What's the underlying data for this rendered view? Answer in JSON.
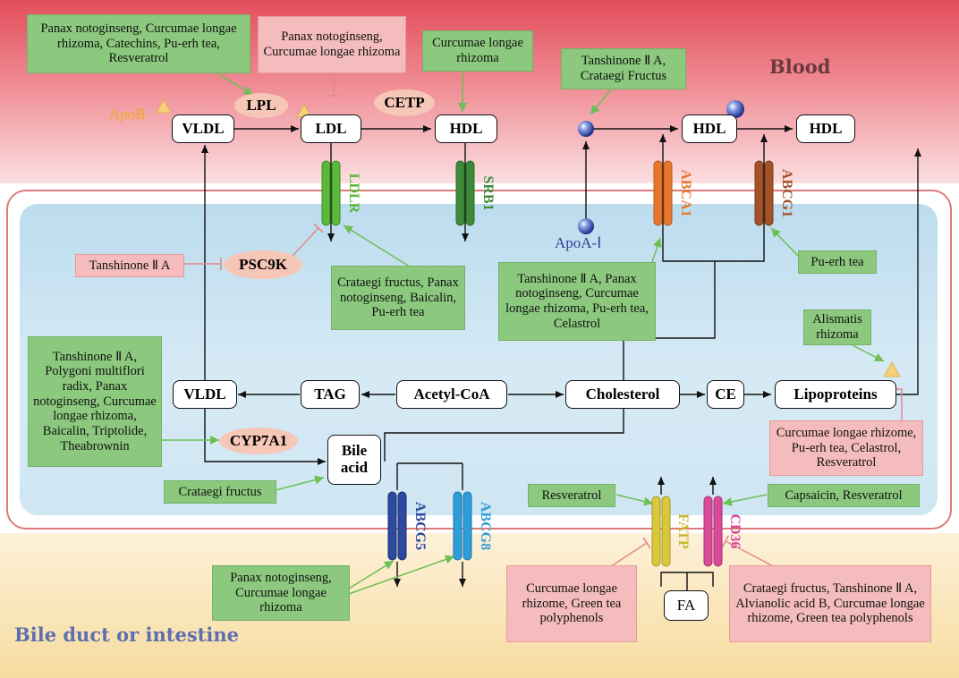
{
  "regions": {
    "blood": "Blood",
    "intestine": "Bile duct or intestine"
  },
  "nodes": {
    "vldl_blood": "VLDL",
    "ldl": "LDL",
    "hdl_1": "HDL",
    "hdl_2": "HDL",
    "hdl_3": "HDL",
    "vldl_cell": "VLDL",
    "tag": "TAG",
    "acetyl_coa": "Acetyl-CoA",
    "cholesterol": "Cholesterol",
    "ce": "CE",
    "lipoproteins": "Lipoproteins",
    "bile_acid": "Bile acid",
    "fa": "FA"
  },
  "enzymes": {
    "lpl": "LPL",
    "cetp": "CETP",
    "psc9k": "PSC9K",
    "cyp7a1": "CYP7A1"
  },
  "transporters": {
    "ldlr": "LDLR",
    "srb1": "SRB1",
    "abca1": "ABCA1",
    "abcg1": "ABCG1",
    "abcg5": "ABCG5",
    "abcg8": "ABCG8",
    "fatp": "FATP",
    "cd36": "CD36"
  },
  "labels": {
    "apob": "ApoB",
    "apoa1": "ApoA-Ⅰ"
  },
  "boxes": {
    "lpl_promoters": "Panax notoginseng, Curcumae longae rhizoma, Catechins, Pu-erh tea, Resveratrol",
    "ldl_inhibitors": "Panax notoginseng, Curcumae longae rhizoma",
    "hdl_promoters": "Curcumae longae rhizoma",
    "apoa1_promoters": "Tanshinone Ⅱ A, Crataegi Fructus",
    "psc9k_inhibitor": "Tanshinone Ⅱ A",
    "ldlr_promoters": "Crataegi fructus, Panax notoginseng, Baicalin, Pu-erh tea",
    "abca1_promoters": "Tanshinone Ⅱ A, Panax notoginseng, Curcumae longae rhizoma, Pu-erh tea, Celastrol",
    "abcg1_promoter": "Pu-erh tea",
    "alismatis": "Alismatis rhizoma",
    "cyp7a1_promoters": "Tanshinone Ⅱ A, Polygoni multiflori radix, Panax notoginseng, Curcumae longae rhizoma, Baicalin, Triptolide, Theabrownin",
    "lipoprotein_inhibitors": "Curcumae longae rhizome, Pu-erh tea, Celastrol, Resveratrol",
    "bile_acid_promoter": "Crataegi fructus",
    "fatp_promoter": "Resveratrol",
    "cd36_promoters": "Capsaicin, Resveratrol",
    "abcg_promoters": "Panax notoginseng, Curcumae longae rhizoma",
    "fatp_inhibitors": "Curcumae longae rhizome, Green tea polyphenols",
    "cd36_inhibitors": "Crataegi fructus, Tanshinone Ⅱ A, Alvianolic acid B, Curcumae longae rhizome, Green tea polyphenols"
  },
  "colors": {
    "blood": "#e24e5b",
    "intestine": "#f7dc9f",
    "cytoplasm": "#bcdcee",
    "promoter_box": "#8cc97e",
    "inhibitor_box": "#f4bcbc",
    "enzyme": "#f6c6b6",
    "ldlr": "#5cb83a",
    "srb1": "#3e8a3a",
    "abca1": "#e8772e",
    "abcg1": "#a4522a",
    "abcg5": "#2b4aa0",
    "abcg8": "#2e9ed8",
    "fatp": "#d9c83a",
    "cd36": "#d94a9a"
  },
  "icons": {
    "apolipoprotein": "blue-sphere",
    "apob": "yellow-triangle"
  }
}
